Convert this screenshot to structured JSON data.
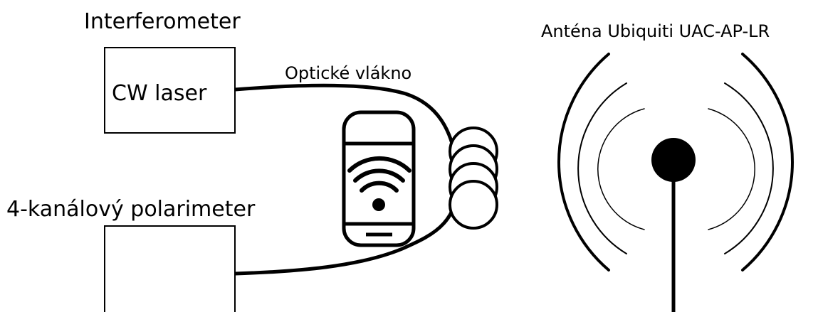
{
  "labels": {
    "interferometer": "Interferometer",
    "laser": "CW laser",
    "fiber": "Optické vlákno",
    "polarimeter": "4-kanálový polarimeter",
    "antenna": "Anténa Ubiquiti UAC-AP-LR"
  },
  "icons": {
    "phone": "smartphone-wifi-icon",
    "coil": "fiber-coil-icon",
    "antenna": "antenna-radiating-icon"
  },
  "colors": {
    "stroke": "#000000",
    "background": "#ffffff"
  }
}
